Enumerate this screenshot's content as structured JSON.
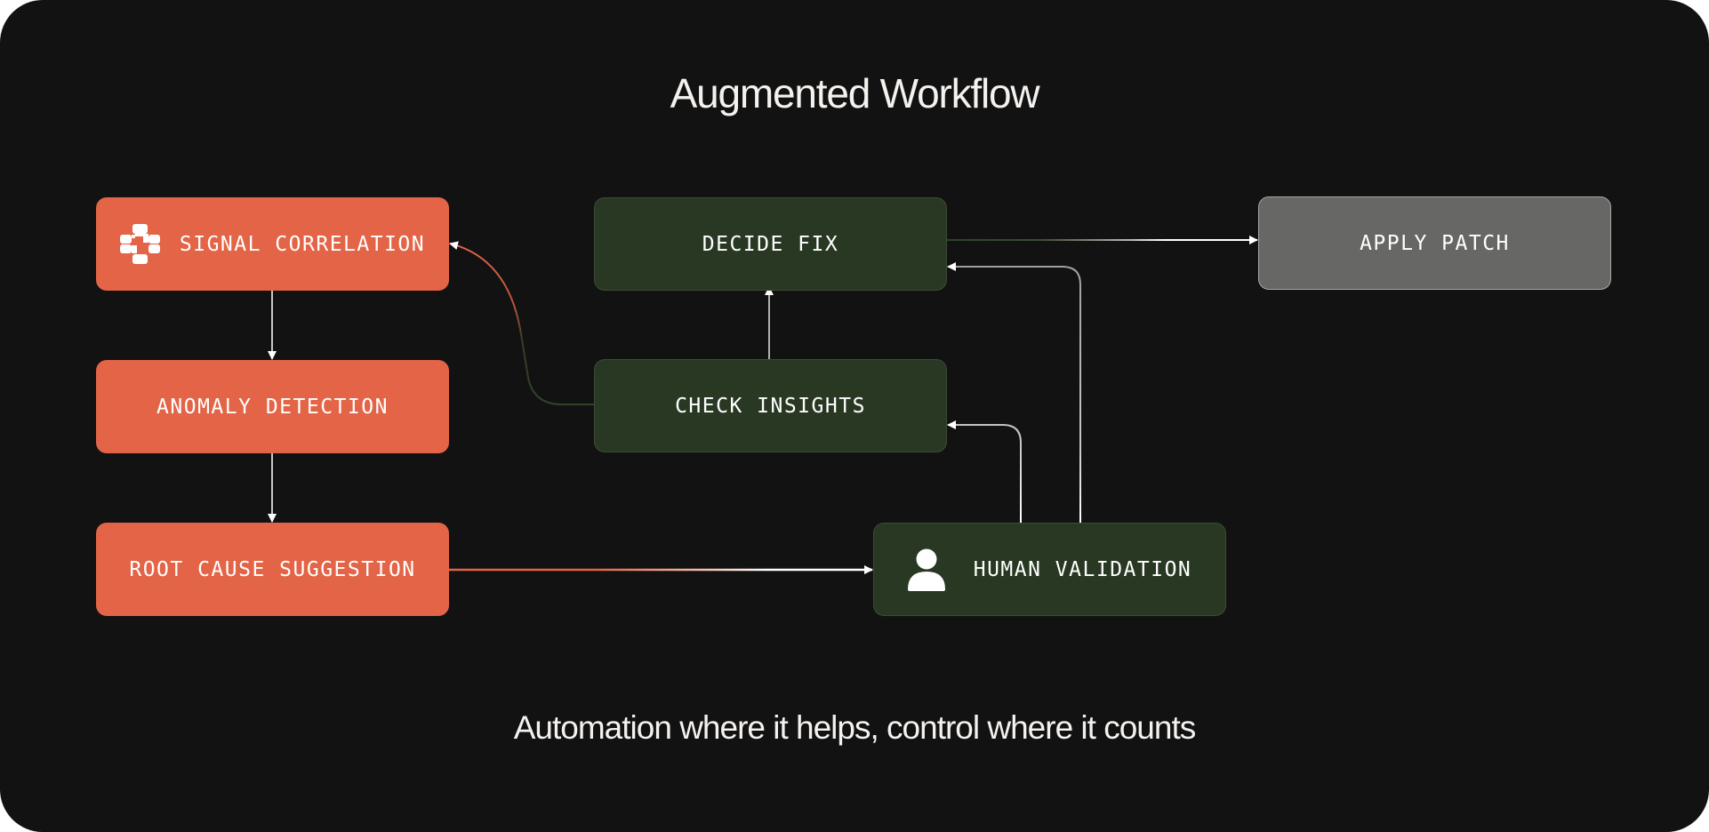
{
  "title": "Augmented Workflow",
  "subtitle": "Automation where it helps, control where it counts",
  "colors": {
    "background": "#121212",
    "automated": "#e36446",
    "human": "#283822",
    "action": "#676765",
    "connector": "#a0a09a",
    "text": "#ffffff"
  },
  "nodes": {
    "signal_correlation": {
      "label": "SIGNAL CORRELATION",
      "icon": "ai-cross-logo-icon",
      "category": "automated"
    },
    "anomaly_detection": {
      "label": "ANOMALY DETECTION",
      "category": "automated"
    },
    "root_cause_suggestion": {
      "label": "ROOT CAUSE SUGGESTION",
      "category": "automated"
    },
    "decide_fix": {
      "label": "DECIDE FIX",
      "category": "human"
    },
    "check_insights": {
      "label": "CHECK INSIGHTS",
      "category": "human"
    },
    "human_validation": {
      "label": "HUMAN VALIDATION",
      "icon": "person-icon",
      "category": "human"
    },
    "apply_patch": {
      "label": "APPLY PATCH",
      "category": "action"
    }
  },
  "edges": [
    {
      "from": "signal_correlation",
      "to": "anomaly_detection"
    },
    {
      "from": "anomaly_detection",
      "to": "root_cause_suggestion"
    },
    {
      "from": "root_cause_suggestion",
      "to": "human_validation"
    },
    {
      "from": "human_validation",
      "to": "check_insights"
    },
    {
      "from": "human_validation",
      "to": "decide_fix"
    },
    {
      "from": "check_insights",
      "to": "decide_fix"
    },
    {
      "from": "check_insights",
      "to": "signal_correlation"
    },
    {
      "from": "decide_fix",
      "to": "apply_patch"
    }
  ]
}
